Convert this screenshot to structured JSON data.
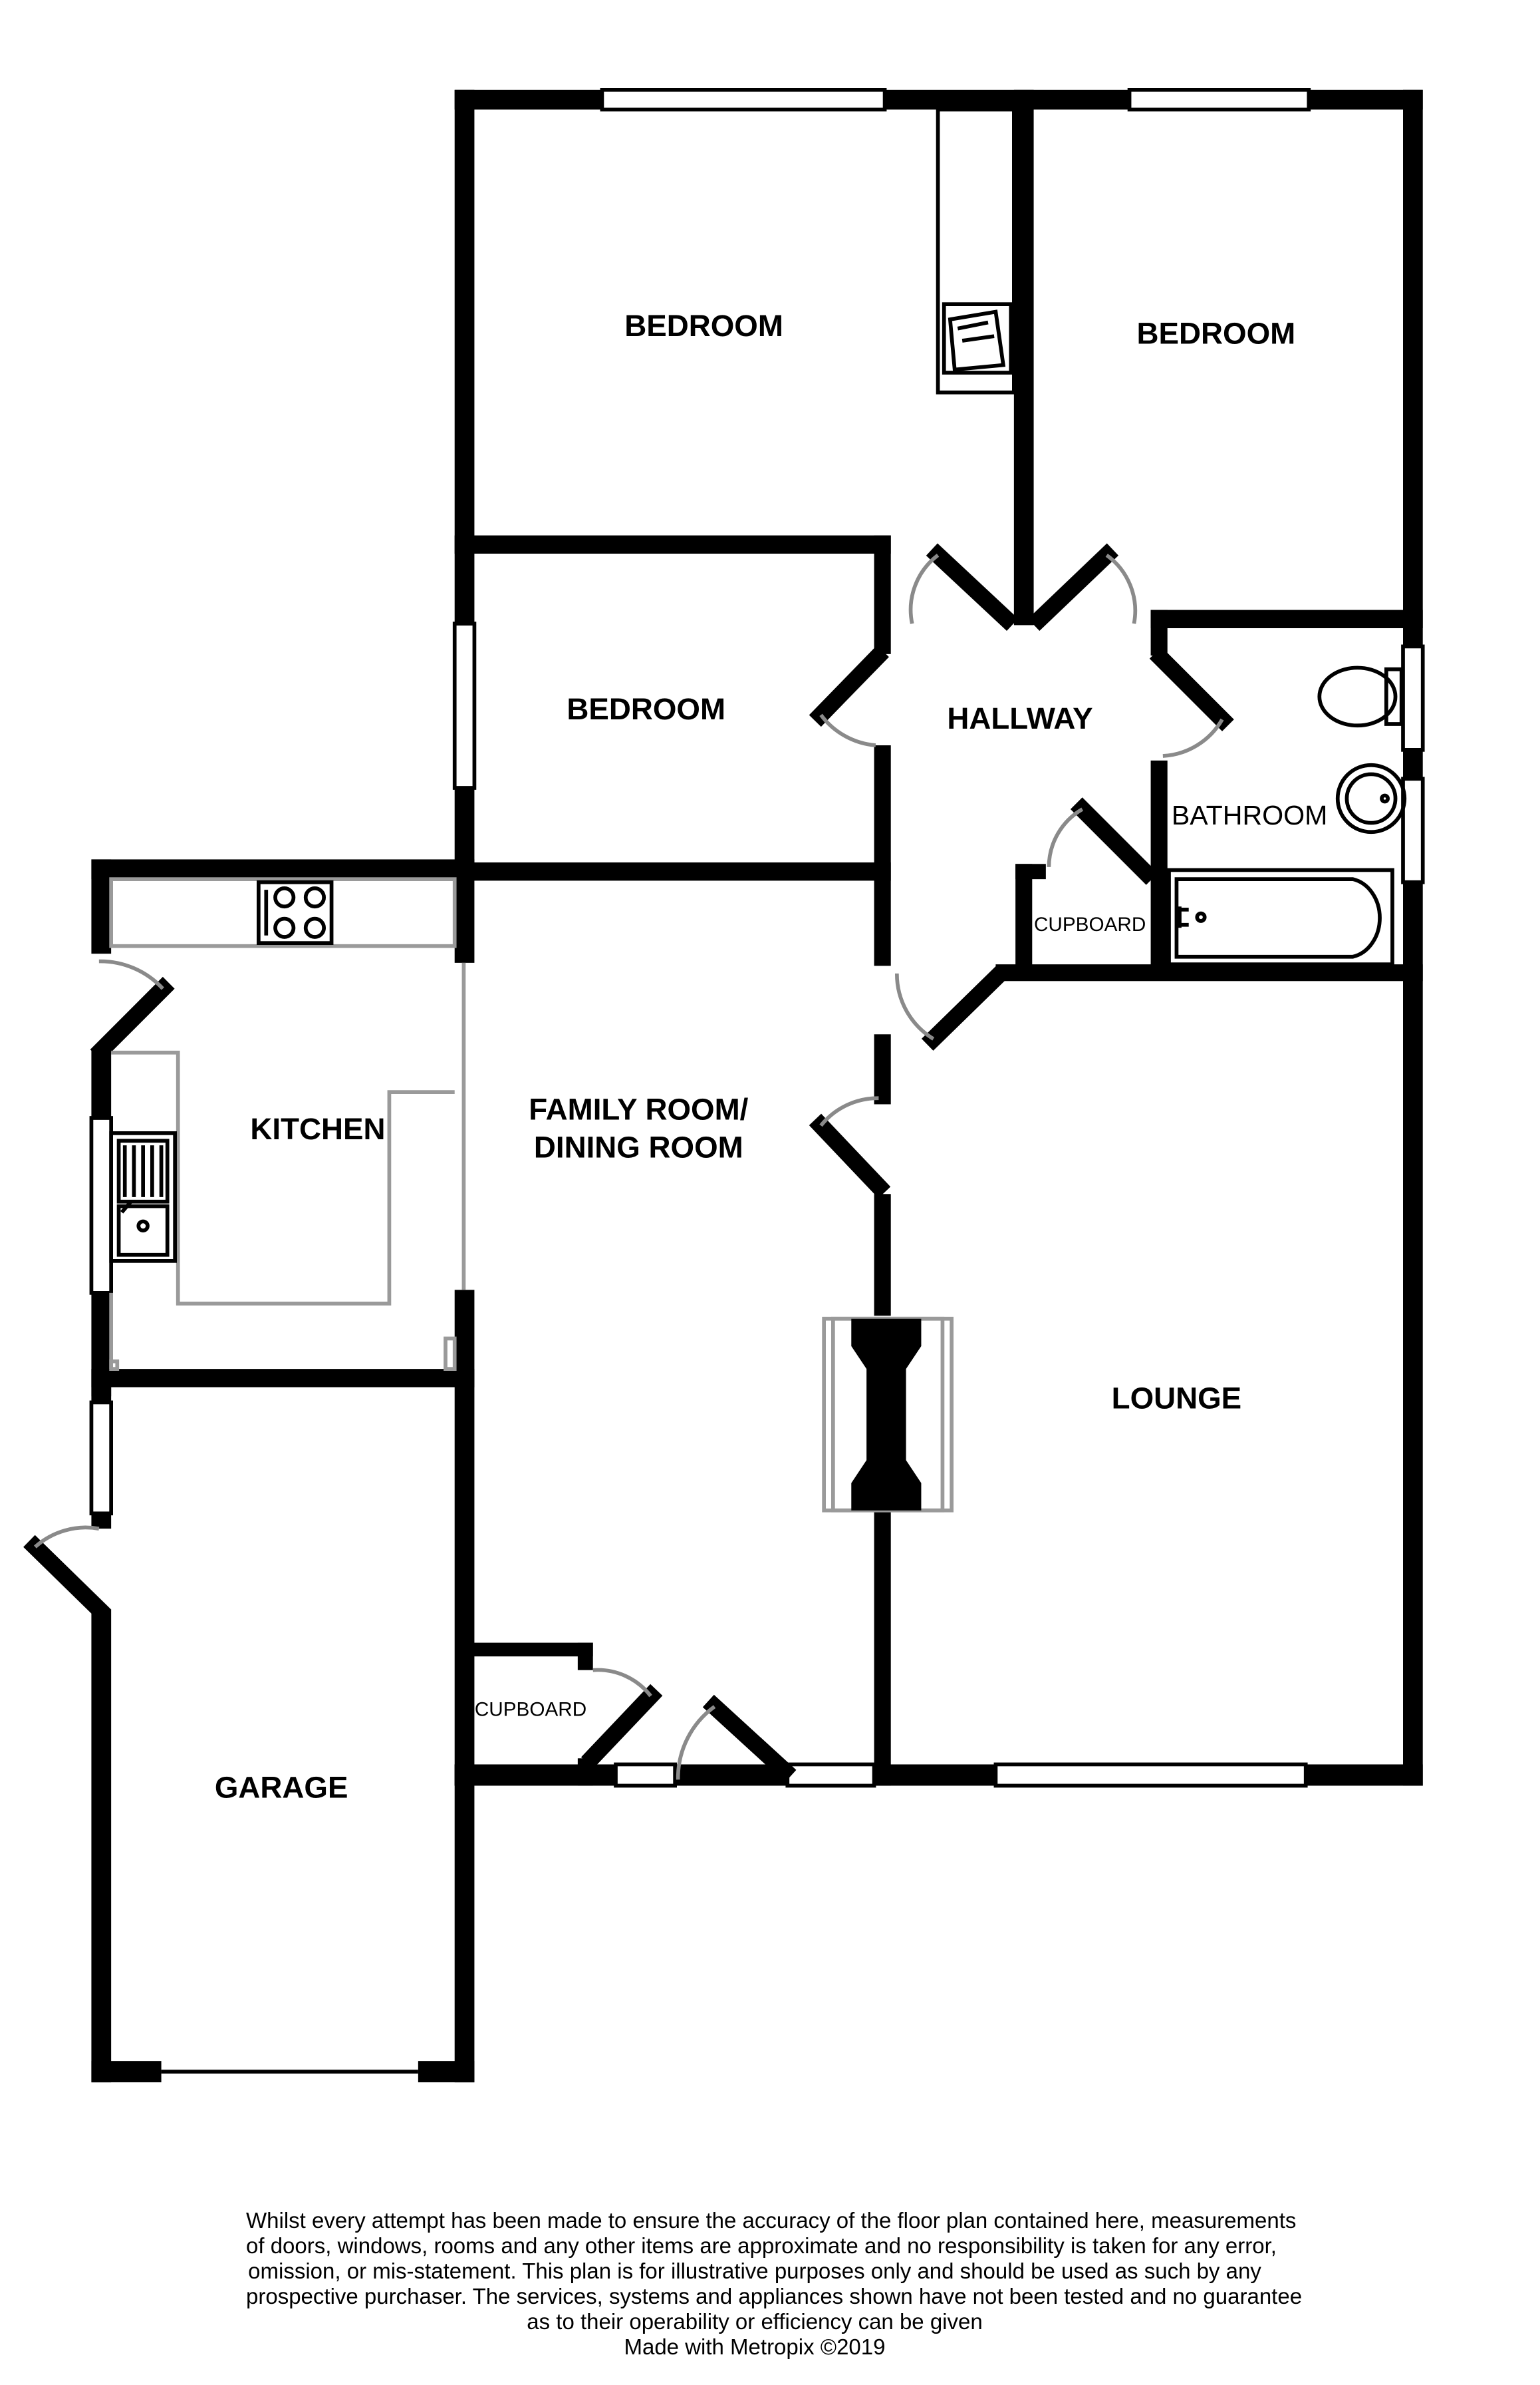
{
  "rooms": {
    "bedroom_1": "BEDROOM",
    "bedroom_2": "BEDROOM",
    "bedroom_3": "BEDROOM",
    "hallway": "HALLWAY",
    "bathroom": "BATHROOM",
    "cupboard_hall": "CUPBOARD",
    "kitchen": "KITCHEN",
    "family_line1": "FAMILY ROOM/",
    "family_line2": "DINING ROOM",
    "lounge": "LOUNGE",
    "cupboard_family": "CUPBOARD",
    "garage": "GARAGE"
  },
  "disclaimer": {
    "lines": [
      "Whilst every attempt has been made to ensure the accuracy of the floor plan contained here, measurements",
      "of doors, windows, rooms and any other items are approximate and no responsibility is taken for any error,",
      "omission, or mis-statement. This plan is for illustrative purposes only and should be used as such by any",
      "prospective purchaser. The services, systems and appliances shown have not been tested and no guarantee",
      "as to their operability or efficiency can be given"
    ],
    "credit": "Made with Metropix ©2019"
  },
  "icons": [
    "bed-icon",
    "toilet-icon",
    "washbasin-icon",
    "bathtub-icon",
    "sink-icon",
    "hob-icon",
    "fireplace-icon"
  ]
}
